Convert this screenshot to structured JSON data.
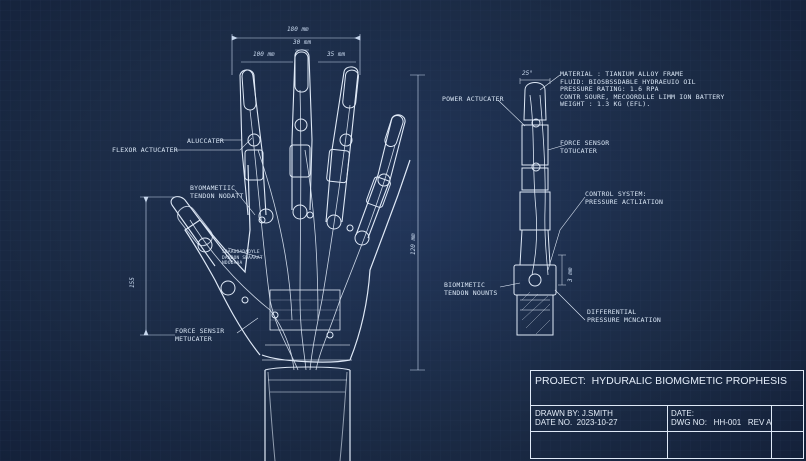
{
  "dimensions": {
    "overall_width": "180 mm",
    "span_left": "100 mm",
    "span_mid": "30 mm",
    "span_right": "35 mm",
    "thumb_height": "155",
    "hand_height": "120 mm",
    "finger_tip": "25°",
    "wrist_gap": "3 mm"
  },
  "hand_labels": {
    "flexor": "FLEXOR ACTUCATER",
    "aluccater": "ALUCCATER",
    "tendon": "BYOMAMETIIC\nTENDON NODATT",
    "small_note": "SDAADOADADYLE\nDANDON SDAAAAT\nNDODAAA",
    "force_sensor": "FORCE SENSIR\nMETUCATER"
  },
  "spec_block": "MATERIAL : TIANIUM ALLOY FRAME\nFLUID: BIOSBSSDABLE HYDRAEUIO OIL\nPRESSURE RATING: 1.6 RPA\nCONTR SOURE, MECOORDLLE LIMM ION BATTERY\nWEIGHT : 1.3 KG (EFL).",
  "side_labels": {
    "power": "POWER ACTUCATER",
    "force": "FORCE SENSOR\nTOTUCATER",
    "control": "CONTROL SYSTEM:\nPRESSURE ACTLIATION",
    "tendon": "BIOMIMETIC\nTENDON NOUNTS",
    "differential": "DIFFERENTIAL\nPRESSURE MCNCATION"
  },
  "title_block": {
    "project": "PROJECT:  HYDURALIC BIOMGMETIC PROPHESIS",
    "drawn_by": "DRAWN BY: J.SMITH",
    "date_no": "DATE NO.  2023-10-27",
    "date_label": "DATE:",
    "dwg_no": "DWG NO:   HH-001   REV A"
  },
  "colors": {
    "background": "#1b2b45",
    "line": "#dfe9f7"
  }
}
